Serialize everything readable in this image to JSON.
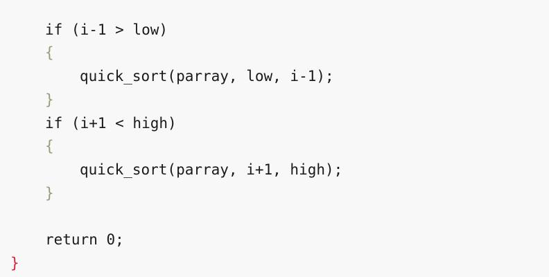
{
  "code": {
    "lines": [
      "if (i-1 > low)",
      "{",
      "quick_sort(parray, low, i-1);",
      "}",
      "if (i+1 < high)",
      "{",
      "quick_sort(parray, i+1, high);",
      "}",
      "",
      "return 0;",
      "}"
    ]
  },
  "colors": {
    "background": "#f8f8f8",
    "text": "#1a1a1a",
    "inner_brace": "#9b9b7a",
    "outer_brace": "#d1233a"
  }
}
